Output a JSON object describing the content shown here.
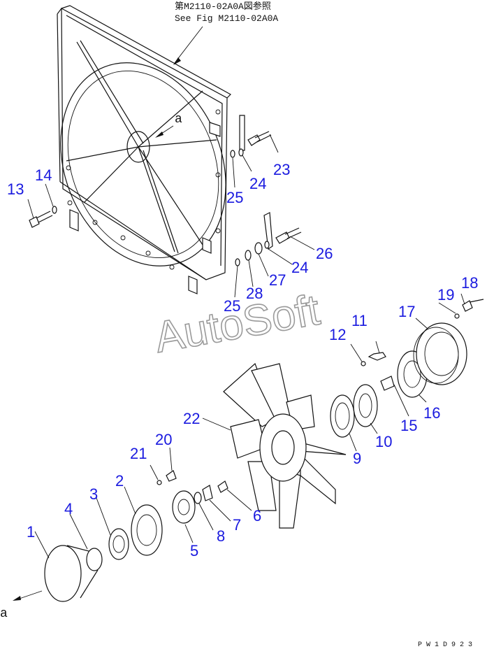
{
  "header_ref": {
    "line1": "第M2110-02A0A図参照",
    "line2": "See Fig M2110-02A0A"
  },
  "watermark": "AutoSoft",
  "view_marks": {
    "top": "a",
    "bottom": "a"
  },
  "footer_code": "P W 1 D 9 2 3",
  "callouts": [
    "1",
    "2",
    "3",
    "4",
    "5",
    "6",
    "7",
    "8",
    "9",
    "10",
    "11",
    "12",
    "13",
    "14",
    "15",
    "16",
    "17",
    "18",
    "19",
    "20",
    "21",
    "22",
    "23",
    "24",
    "24",
    "25",
    "25",
    "26",
    "27",
    "28"
  ],
  "colors": {
    "callout": "#1a1adf",
    "line": "#111111",
    "watermark": "#9a9a9a"
  }
}
